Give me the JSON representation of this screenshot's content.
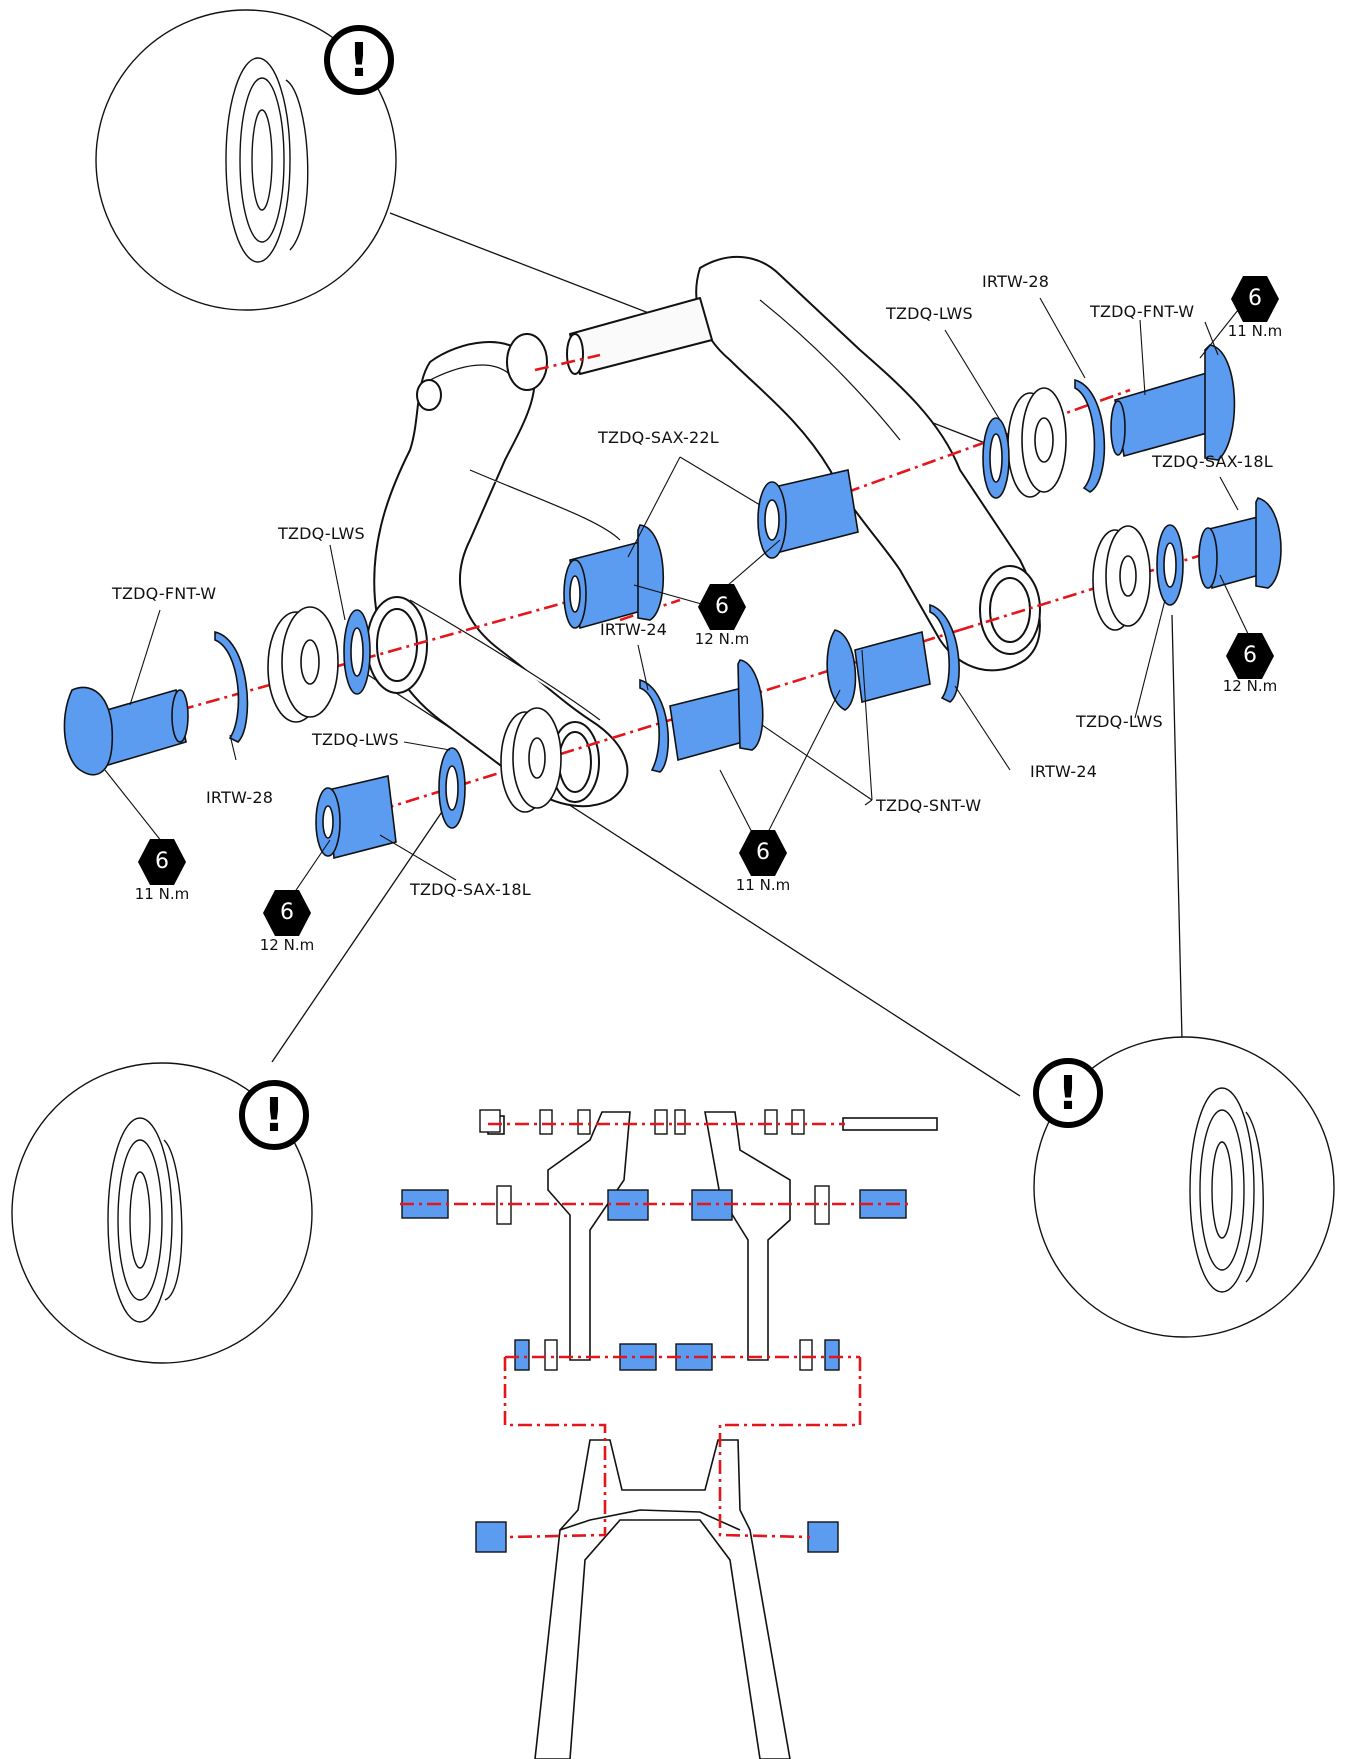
{
  "labels": {
    "irtw28_top": "IRTW-28",
    "lws_top": "TZDQ-LWS",
    "fntw_right": "TZDQ-FNT-W",
    "sax22l": "TZDQ-SAX-22L",
    "sax18l_right": "TZDQ-SAX-18L",
    "lws_left": "TZDQ-LWS",
    "fntw_left": "TZDQ-FNT-W",
    "irtw24_mid": "IRTW-24",
    "irtw28_left": "IRTW-28",
    "lws_low": "TZDQ-LWS",
    "sax18l_low": "TZDQ-SAX-18L",
    "lws_right": "TZDQ-LWS",
    "irtw24_right": "IRTW-24",
    "snt_w": "TZDQ-SNT-W"
  },
  "tools": {
    "hex_top_right": {
      "size": "6",
      "torque": "11 N.m"
    },
    "hex_right": {
      "size": "6",
      "torque": "12 N.m"
    },
    "hex_center": {
      "size": "6",
      "torque": "12 N.m"
    },
    "hex_left": {
      "size": "6",
      "torque": "11 N.m"
    },
    "hex_low_left": {
      "size": "6",
      "torque": "12 N.m"
    },
    "hex_bottom_mid": {
      "size": "6",
      "torque": "11 N.m"
    }
  },
  "warning_symbol": "!",
  "colors": {
    "part_blue": "#5b9bf0",
    "axis_red": "#e4151b",
    "outline": "#111111",
    "frame_fill": "#f4f4f4"
  }
}
